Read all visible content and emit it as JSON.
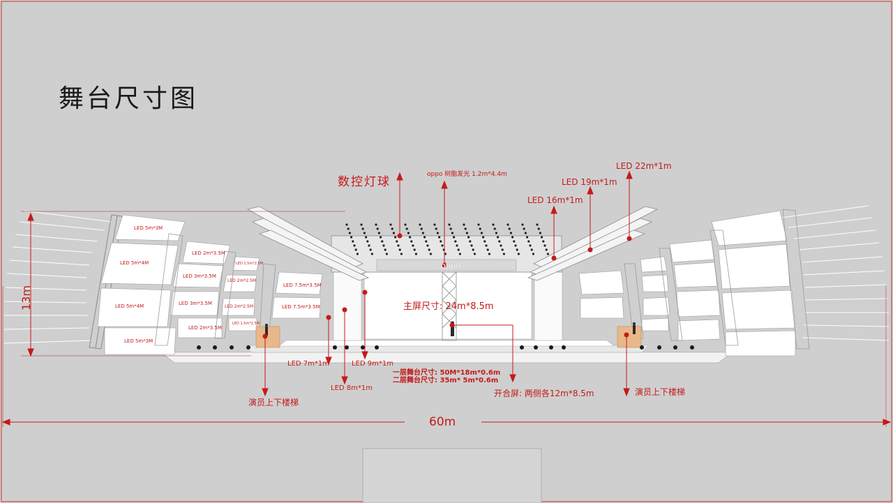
{
  "title": "舞台尺寸图",
  "callouts": {
    "lamp_balls": "数控灯球",
    "oppo_light": "oppo 树脂发光 1.2m*4.4m",
    "led16": "LED 16m*1m",
    "led19": "LED 19m*1m",
    "led22": "LED 22m*1m",
    "main_screen": "主屏尺寸: 24m*8.5m",
    "led7": "LED 7m*1m",
    "led8": "LED 8m*1m",
    "led9": "LED 9m*1m",
    "stage_l1": "一层舞台尺寸: 50M*18m*0.6m",
    "stage_l2": "二层舞台尺寸: 35m* 5m*0.6m",
    "split_screen": "开合屏: 两侧各12m*8.5m",
    "stairs_left": "演员上下楼梯",
    "stairs_right": "演员上下楼梯",
    "height": "13m",
    "width": "60m"
  },
  "panels_left": {
    "p1": "LED 5m*3M",
    "p2": "LED 5m*4M",
    "p3": "LED 5m*4M",
    "p4": "LED 5m*3M",
    "p5": "LED 2m*3.5M",
    "p6": "LED 3m*3.5M",
    "p7": "LED 3m*3.5M",
    "p8": "LED 2m*3.5M",
    "p9": "LED 1.5m*2.5M",
    "p10": "LED 2m*2.5M",
    "p11": "LED 2m*2.5M",
    "p12": "LED 1.5m*2.5M",
    "p13": "LED 7.5m*3.5M",
    "p14": "LED 7.5m*3.5M"
  },
  "logo": "oppo"
}
